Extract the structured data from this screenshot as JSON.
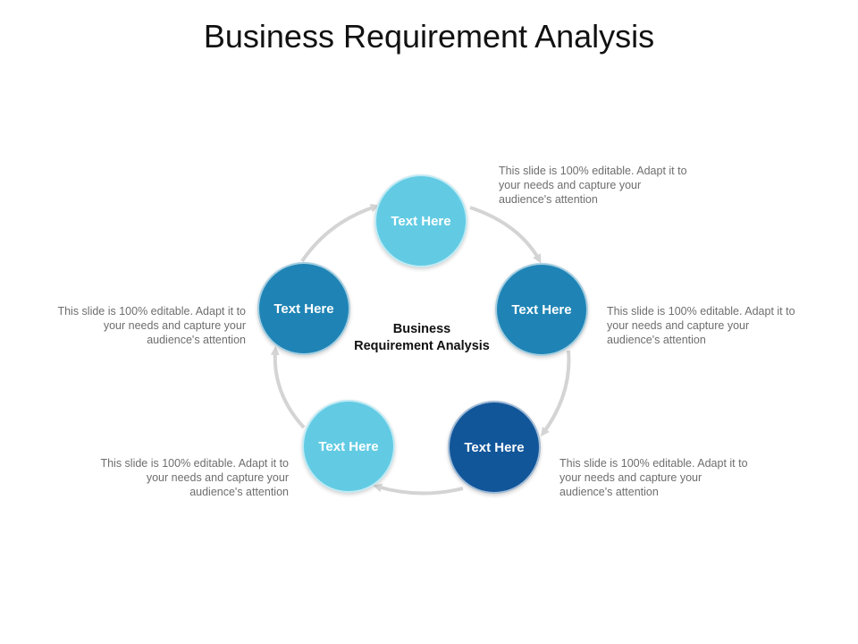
{
  "title": "Business Requirement Analysis",
  "center_label": {
    "line1": "Business",
    "line2": "Requirement Analysis"
  },
  "nodes": [
    {
      "label": "Text Here",
      "color": "#62cbe3"
    },
    {
      "label": "Text Here",
      "color": "#1f84b5"
    },
    {
      "label": "Text Here",
      "color": "#12569a"
    },
    {
      "label": "Text Here",
      "color": "#62cbe3"
    },
    {
      "label": "Text Here",
      "color": "#1f84b5"
    }
  ],
  "descriptions": [
    {
      "text": "This slide is 100% editable. Adapt it to your needs and capture your audience's attention"
    },
    {
      "text": "This slide is 100% editable. Adapt it to your needs and capture your audience's attention"
    },
    {
      "text": "This slide is 100% editable. Adapt it to your needs and capture your audience's attention"
    },
    {
      "text": "This slide is 100% editable. Adapt it to your needs and capture your audience's attention"
    },
    {
      "text": "This slide is 100% editable. Adapt it to your needs and capture your audience's attention"
    }
  ],
  "colors": {
    "connector": "#d4d4d4",
    "description_text": "#6e6e6e"
  }
}
